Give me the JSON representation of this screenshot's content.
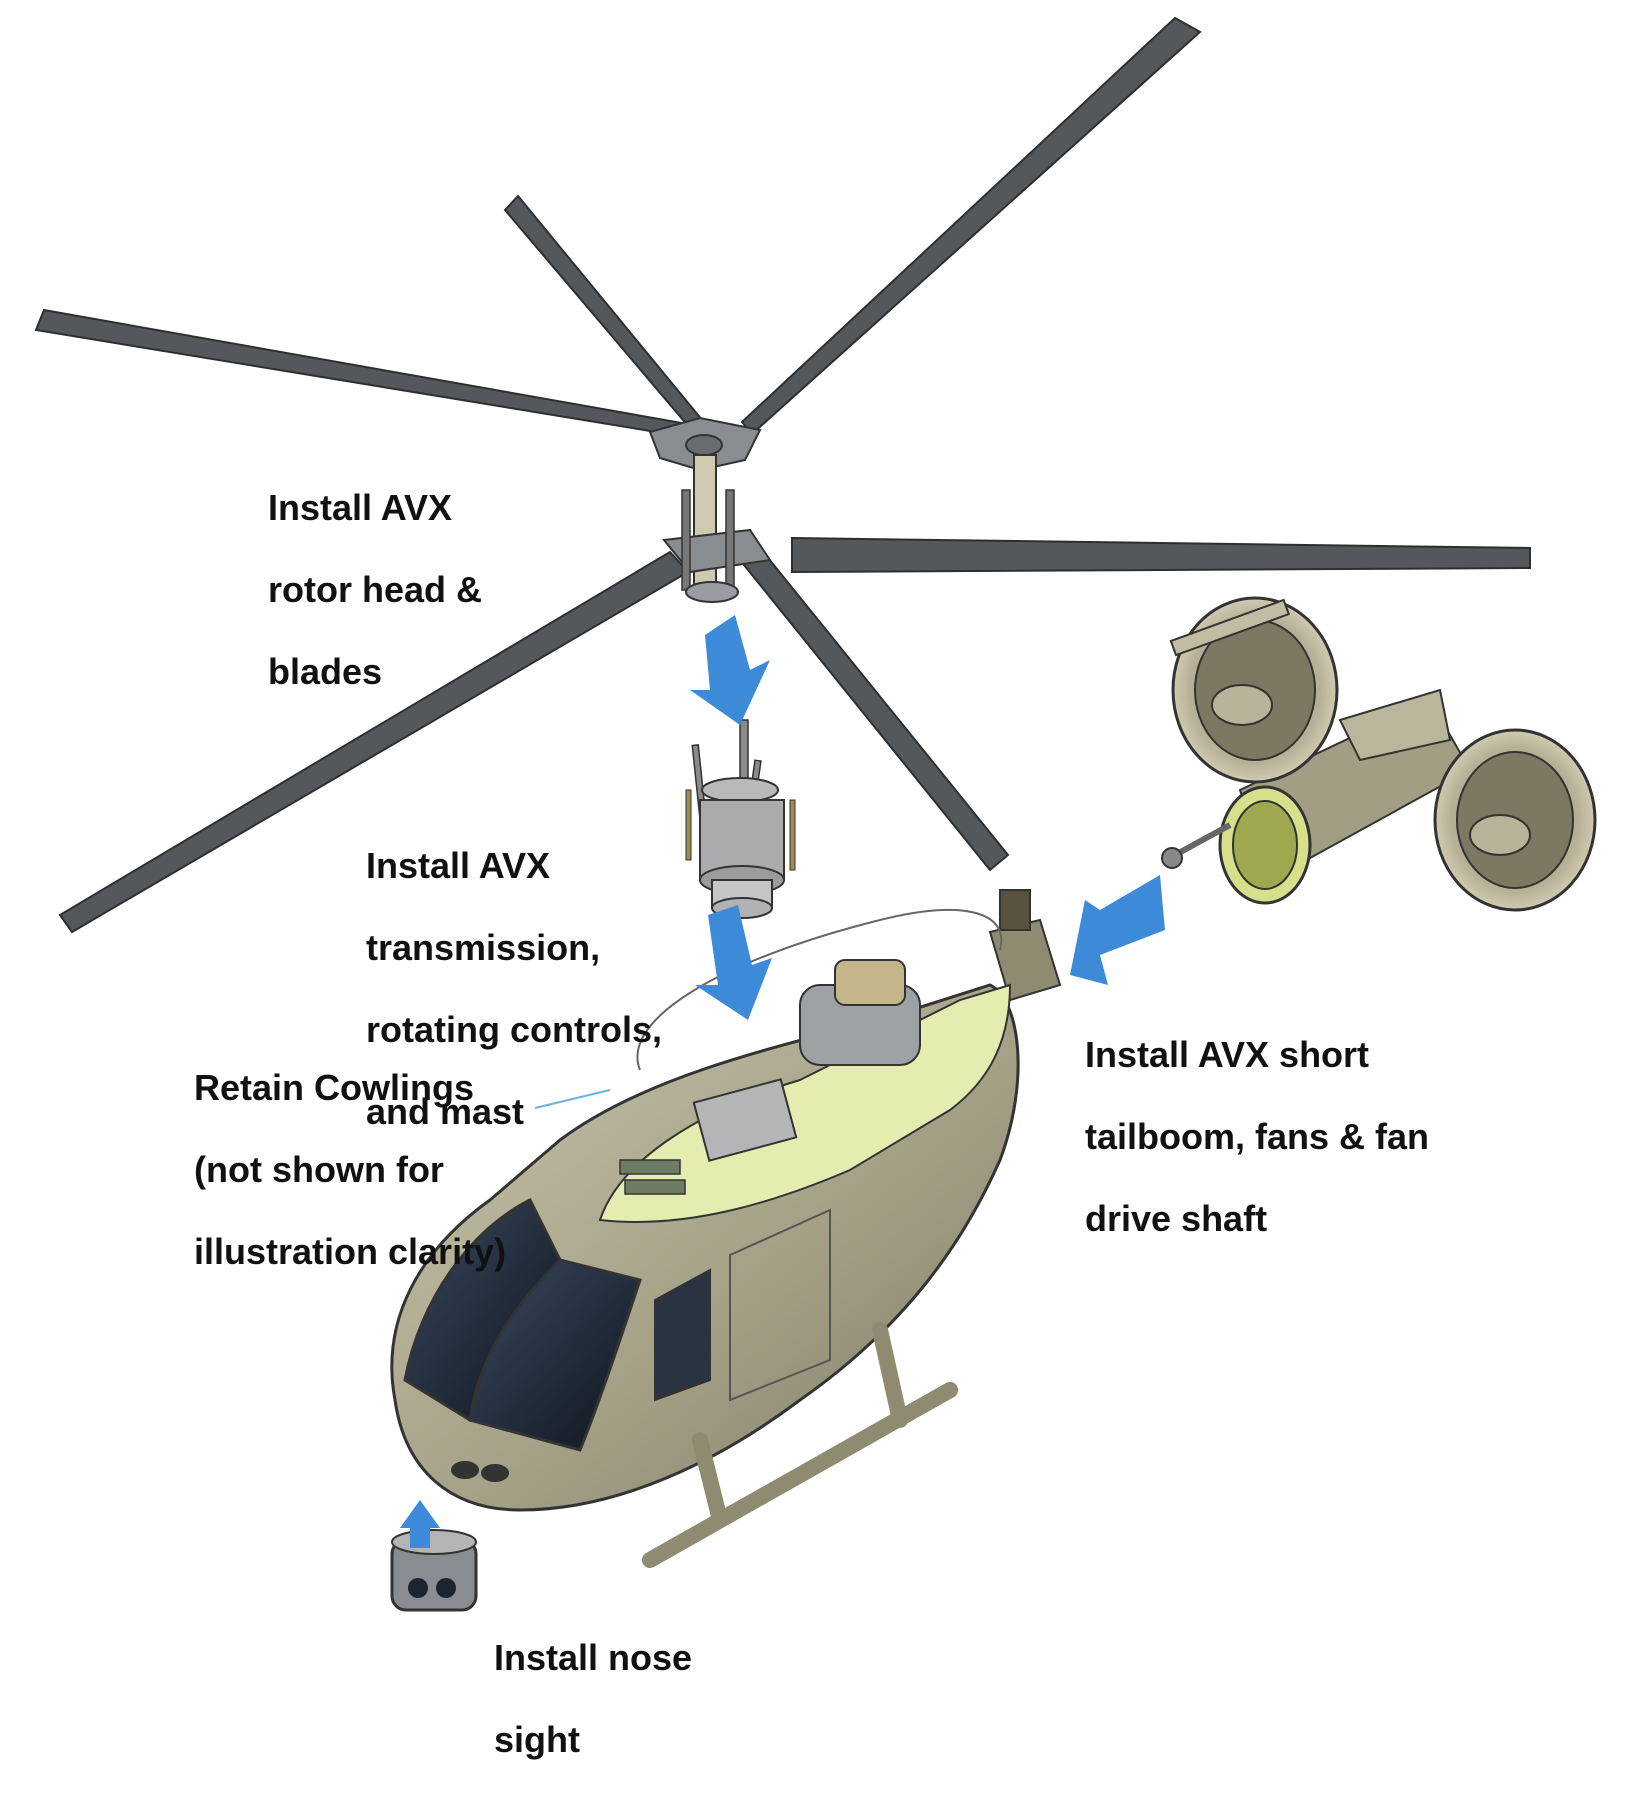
{
  "labels": {
    "rotor": [
      "Install AVX",
      "rotor head &",
      "blades"
    ],
    "transmission": [
      "Install AVX",
      "transmission,",
      "rotating controls,",
      "and mast"
    ],
    "cowlings": [
      "Retain Cowlings",
      "(not shown for",
      "illustration clarity)"
    ],
    "tailboom": [
      "Install AVX short",
      "tailboom, fans & fan",
      "drive shaft"
    ],
    "nose": [
      "Install nose",
      "sight"
    ]
  },
  "colors": {
    "arrow": "#3d8ad8",
    "blade": "#55585a",
    "body": "#a8a58a",
    "interior": "#e4ecb0",
    "fan": "#b3ad94",
    "glass": "#1b2430",
    "leader": "#6fb0d8"
  }
}
